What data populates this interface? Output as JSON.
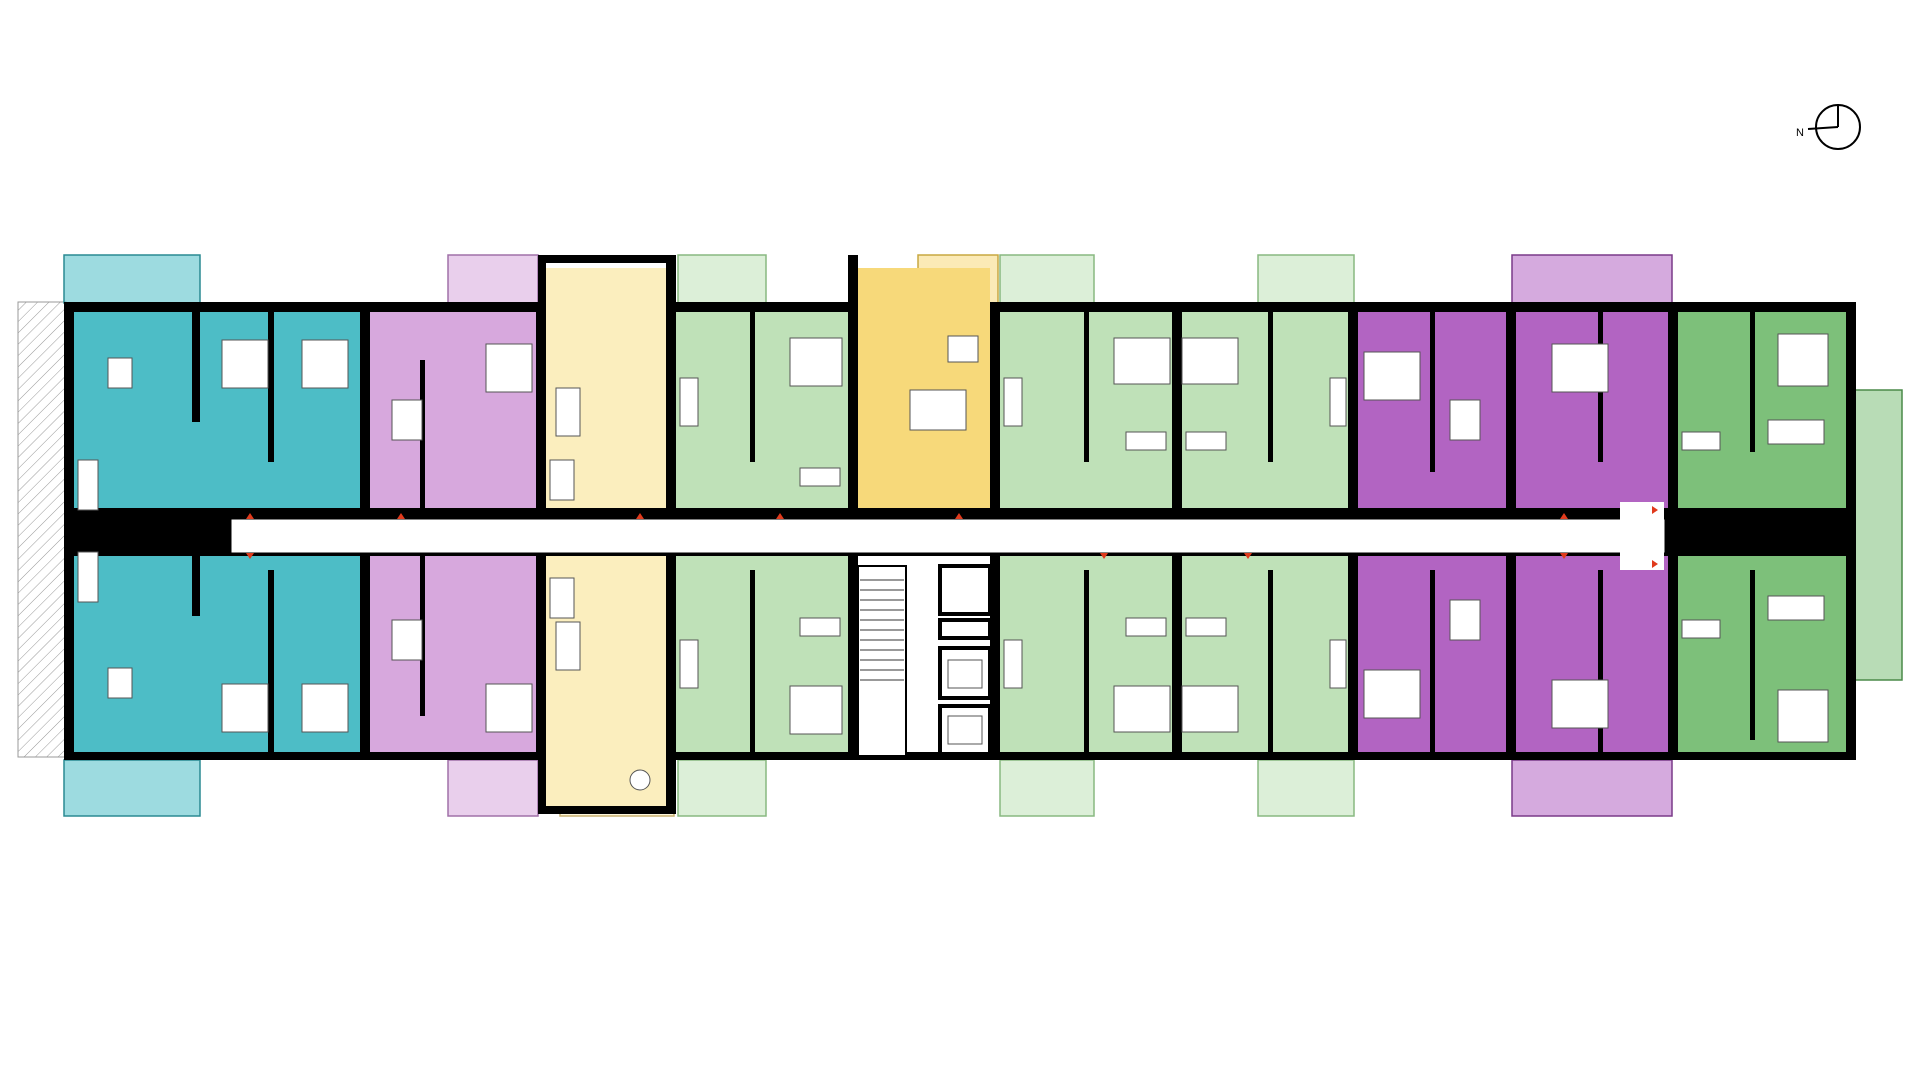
{
  "colors": {
    "teal": "#4dbdc6",
    "light_purple": "#d7a8dd",
    "yellow_pale": "#fbeebe",
    "green": "#bfe1b8",
    "yellow": "#f7d97a",
    "purple": "#b264c2",
    "dark_green": "#7dc07a",
    "corridor": "#ffffff",
    "wall": "#000000",
    "arrow": "#e03a1c"
  },
  "north_arrow": {
    "label": "N",
    "icon": "north-arrow-icon"
  },
  "units": {
    "top": [
      "teal",
      "light_purple",
      "yellow_pale",
      "green",
      "yellow",
      "green",
      "green",
      "purple",
      "purple",
      "dark_green"
    ],
    "bottom": [
      "teal",
      "light_purple",
      "yellow_pale",
      "green",
      "stair_core",
      "green",
      "green",
      "purple",
      "purple",
      "dark_green"
    ]
  }
}
